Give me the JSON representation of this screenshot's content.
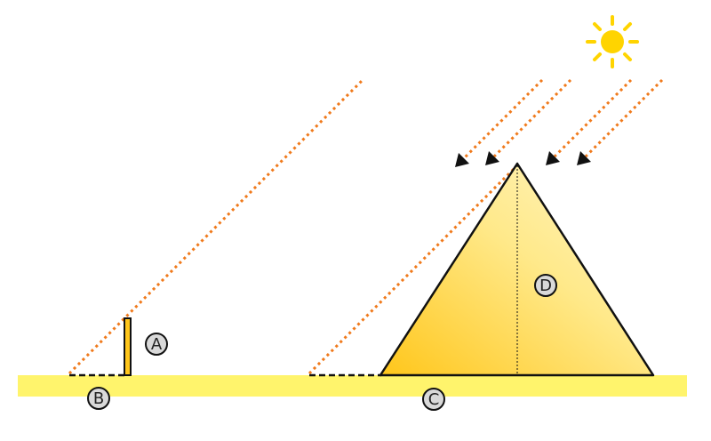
{
  "diagram": {
    "labels": {
      "a": "A",
      "b": "B",
      "c": "C",
      "d": "D"
    },
    "icons": {
      "sun": "sun-icon"
    },
    "colors": {
      "ground": "#fff46c",
      "ray": "#f07a1c",
      "pyramid_light": "#fff2b0",
      "pyramid_dark": "#ffc61a",
      "sun": "#ffd400",
      "stick": "#ffc61a",
      "label_fill": "#d9d9d9",
      "outline": "#111111"
    }
  }
}
